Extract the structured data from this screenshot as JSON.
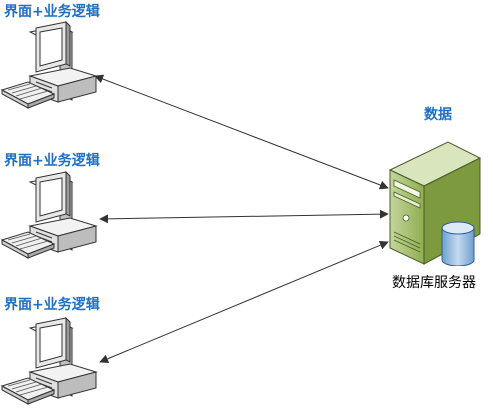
{
  "clients": [
    {
      "label": "界面+业务逻辑"
    },
    {
      "label": "界面+业务逻辑"
    },
    {
      "label": "界面+业务逻辑"
    }
  ],
  "server": {
    "title": "数据",
    "caption": "数据库服务器"
  },
  "colors": {
    "label_blue": "#1f6fc5",
    "server_green": "#9dbb5c",
    "database_blue": "#8fb4dc",
    "arrow": "#333333"
  },
  "icons": [
    "computer-icon",
    "server-icon",
    "database-icon"
  ]
}
